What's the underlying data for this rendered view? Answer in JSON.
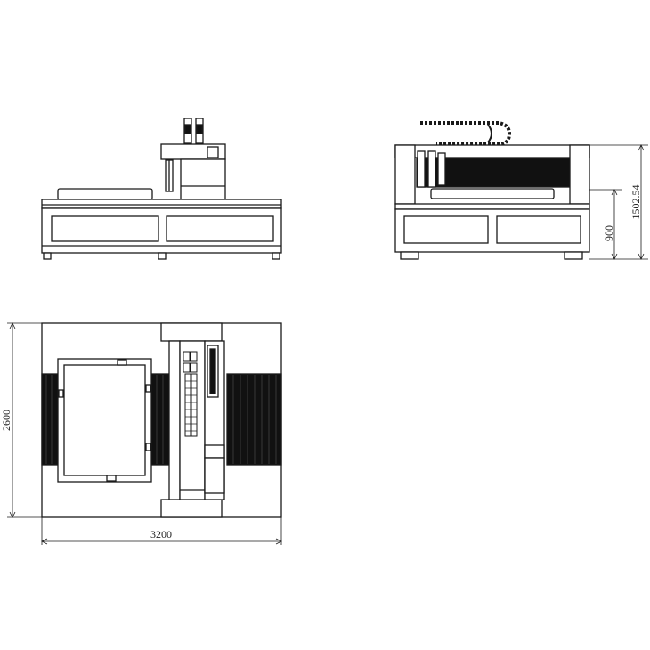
{
  "dimensions": {
    "total_height": "1502.54",
    "table_height": "900",
    "width": "2600",
    "length": "3200"
  },
  "colors": {
    "line": "#1a1a1a",
    "fill": "#ffffff",
    "belt": "#111111"
  }
}
